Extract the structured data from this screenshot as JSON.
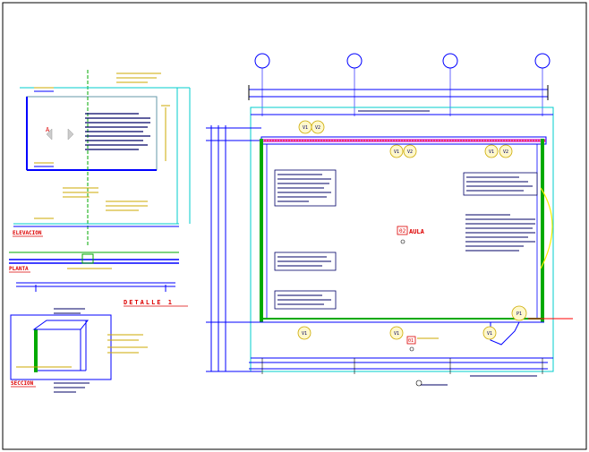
{
  "colors": {
    "background": "#ffffff",
    "line_blue": "#0000ff",
    "line_cyan": "#00cccc",
    "line_green": "#00aa00",
    "line_yellow": "#ffee00",
    "line_magenta": "#cc00cc",
    "line_red": "#ff0000",
    "text_dark": "#000066",
    "text_red": "#dd0000",
    "frame": "#000000"
  },
  "detail_panel": {
    "elevation_title": "ELEVACION",
    "plan_title": "PLANTA",
    "detail_title": "DETALLE 1",
    "section_title": "SECCION",
    "a_label": "A"
  },
  "plan": {
    "axis_circles": [
      "",
      "",
      "",
      "",
      ""
    ],
    "room_tag": "02",
    "room_label": "AULA",
    "door_tag": "01",
    "window_tags": [
      "V1",
      "V2",
      "V1",
      "V2",
      "V1",
      "V2",
      "V1",
      "V1",
      "V1"
    ],
    "marker_label": "P1"
  }
}
